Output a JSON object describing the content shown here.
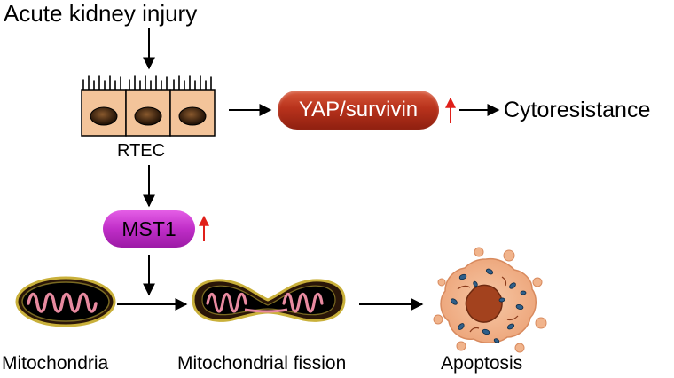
{
  "diagram": {
    "title": "Acute kidney injury",
    "cell_label": "RTEC",
    "yap_label": "YAP/survivin",
    "outcome_label": "Cytoresistance",
    "mst1_label": "MST1",
    "mito_label": "Mitochondria",
    "fission_label": "Mitochondrial fission",
    "apoptosis_label": "Apoptosis"
  },
  "colors": {
    "cell_fill": "#f3c49a",
    "nucleus": "#3a220f",
    "yap_fill": "#b8321c",
    "mst1_fill": "#c02ec8",
    "up_arrow": "#e0201a",
    "mito_outer": "#c9b03a",
    "mito_inner": "#e88aa0",
    "apoptosis_fill": "#f1b48c"
  }
}
